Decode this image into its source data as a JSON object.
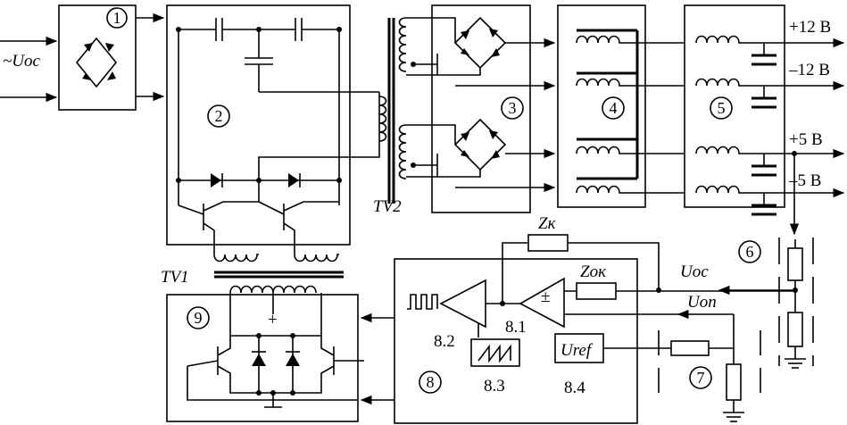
{
  "labels": {
    "input_voltage": "~Uос",
    "out_p12": "+12 В",
    "out_m12": "–12 В",
    "out_p5": "+5 В",
    "out_m5": "–5 В",
    "tv2": "TV2",
    "tv1": "TV1",
    "zk": "Zк",
    "zok": "Zок",
    "uoc": "Uос",
    "uop": "Uоп",
    "uref": "Uref",
    "plus": "+",
    "pm": "±",
    "b82": "8.2",
    "b81": "8.1",
    "b83": "8.3",
    "b84": "8.4"
  },
  "blocks": [
    "1",
    "2",
    "3",
    "4",
    "5",
    "6",
    "7",
    "8",
    "9"
  ]
}
